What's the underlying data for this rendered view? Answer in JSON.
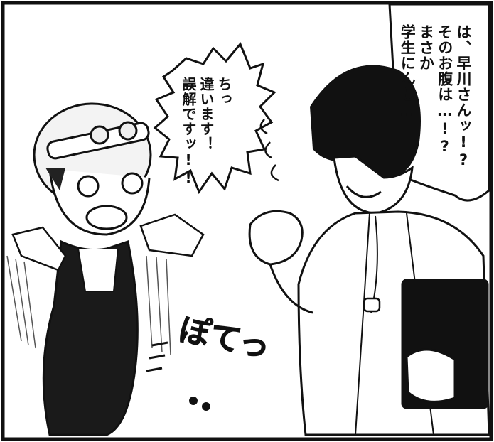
{
  "bubble_right": {
    "lines": [
      "は、早川さんッ!?",
      "そのお腹は…!?",
      "まさか",
      "学生にんし…"
    ]
  },
  "bubble_left": {
    "lines": [
      "ちっ",
      "違います！",
      "誤解ですッ!!"
    ]
  },
  "sfx": {
    "poten": "ぽてっ"
  }
}
